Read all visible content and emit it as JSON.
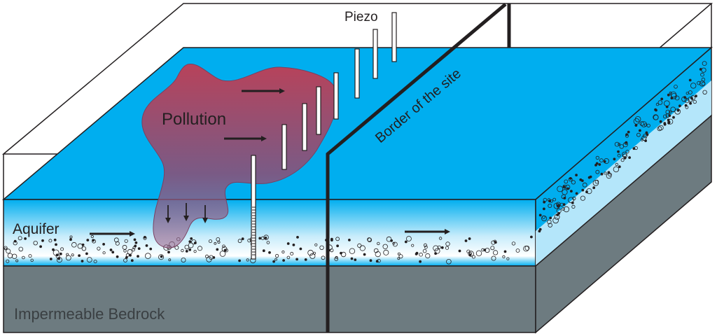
{
  "labels": {
    "piezo": "Piezo",
    "pollution": "Pollution",
    "aquifer": "Aquifer",
    "border": "Border of the site",
    "bedrock": "Impermeable Bedrock"
  },
  "colors": {
    "water_surface": "#00aeef",
    "water_front_top": "#4cc3f2",
    "water_front_light": "#e6f7fd",
    "bedrock_front": "#6d7b80",
    "bedrock_side": "#6d7b80",
    "pollution_top": "#c0394e",
    "pollution_bottom": "#8a5a8a",
    "outline": "#231f20",
    "border_line": "#231f20"
  },
  "icons": {
    "flow_arrow": "right-arrow",
    "seepage_arrow": "down-arrow",
    "piezometer": "piezometer-tube"
  }
}
